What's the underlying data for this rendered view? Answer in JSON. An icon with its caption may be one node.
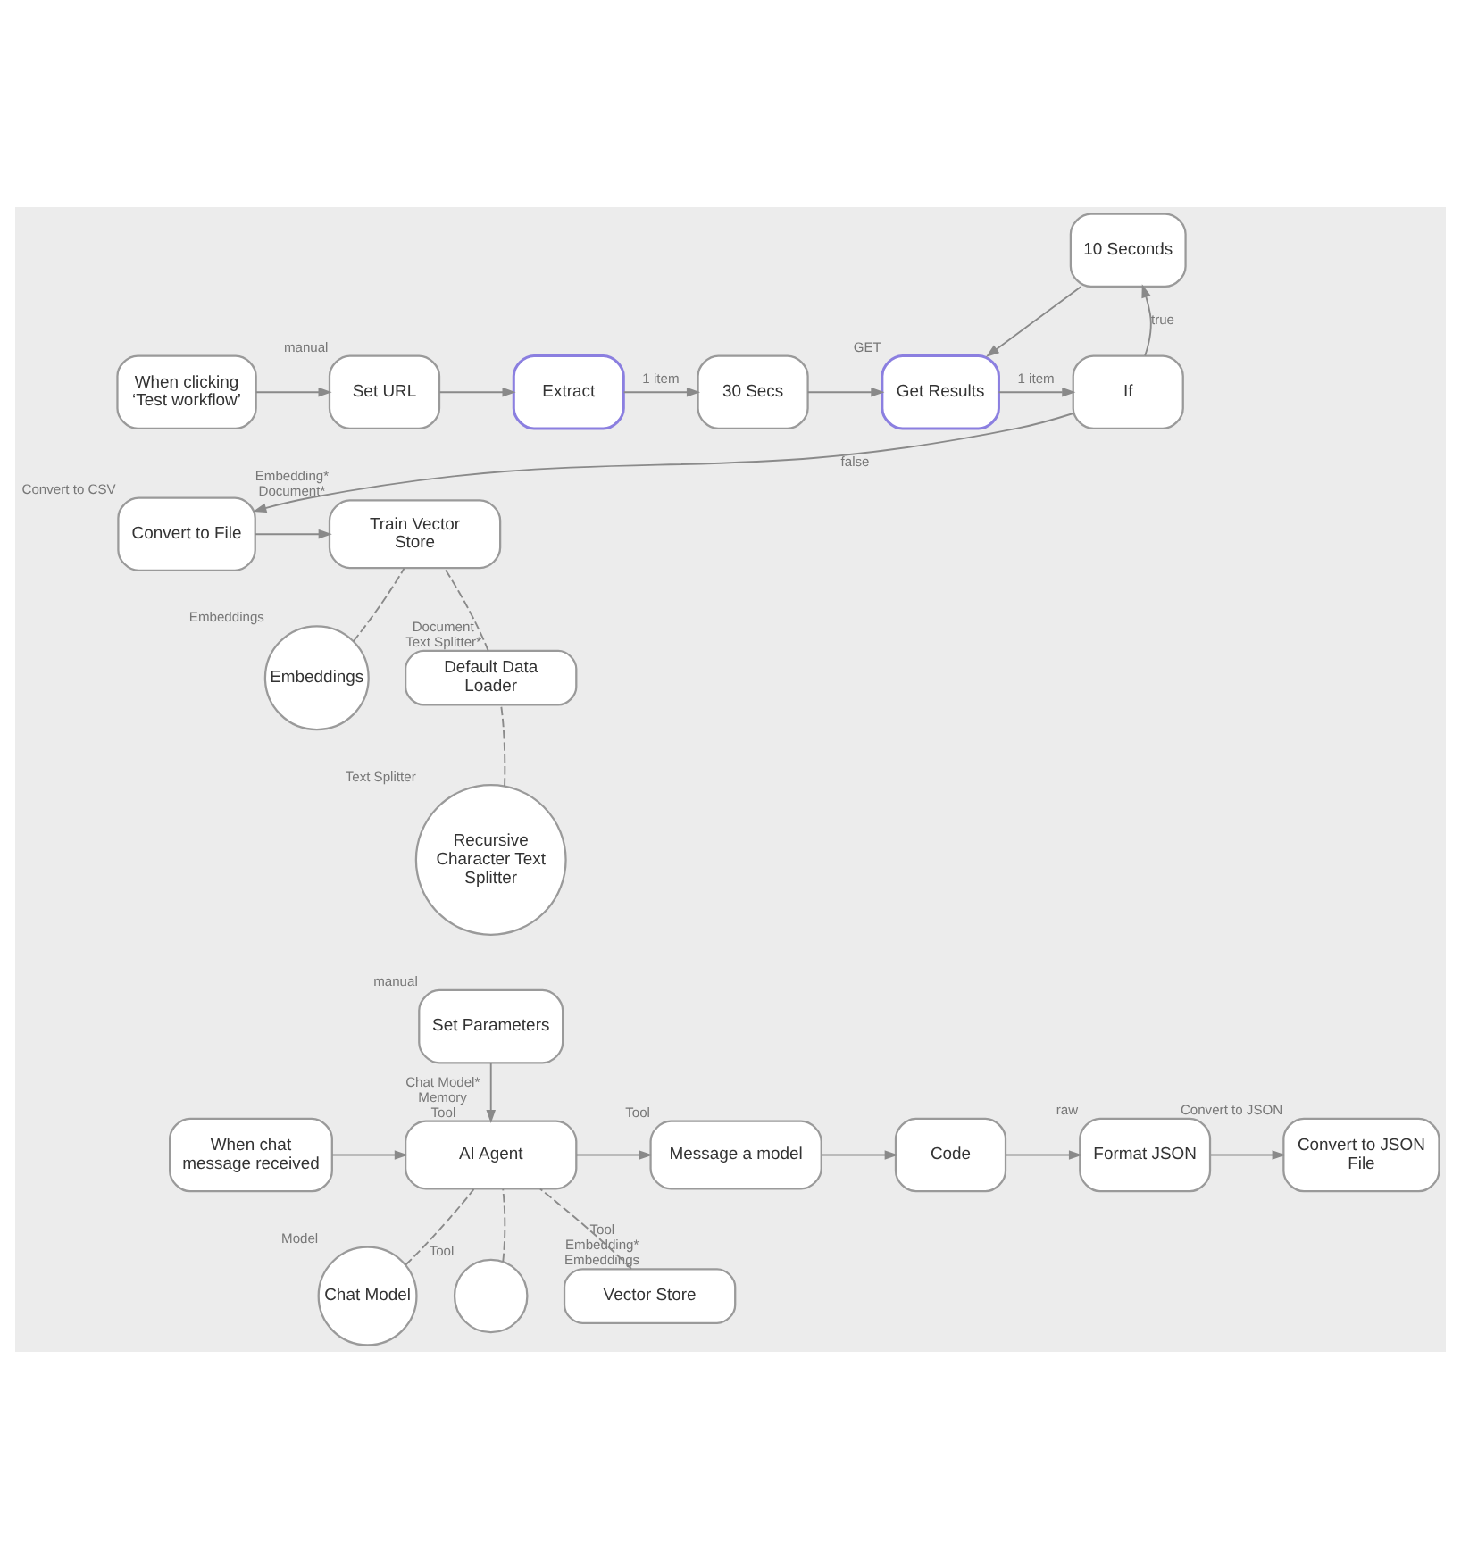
{
  "diagram": {
    "nodes": [
      {
        "text": [
          "When clicking ‘Test workflow’"
        ]
      },
      {
        "text": [
          "Set URL"
        ],
        "beside": [
          "manual"
        ]
      },
      {
        "text": [
          "Extract"
        ]
      },
      {
        "text": [
          "30 Secs"
        ]
      },
      {
        "text": [
          "Get Results"
        ],
        "beside": [
          "GET"
        ]
      },
      {
        "text": [
          "If"
        ]
      },
      {
        "text": [
          "10 Seconds"
        ]
      },
      {
        "text": [
          "Convert to File"
        ],
        "beside": [
          "Convert to CSV"
        ]
      },
      {
        "text": [
          "Train Vector Store"
        ],
        "beside": [
          "Embedding*",
          "Document*"
        ]
      },
      {
        "text": [
          "Embeddings"
        ],
        "beside": [
          "Embeddings"
        ]
      },
      {
        "text": [
          "Default Data Loader"
        ],
        "beside": [
          "Document",
          "Text Splitter*"
        ]
      },
      {
        "text": [
          "Recursive Character Text Splitter"
        ],
        "beside": [
          "Text Splitter"
        ]
      },
      {
        "text": [
          "Set Parameters"
        ],
        "beside": [
          "manual"
        ]
      },
      {
        "text": [
          "When chat message received"
        ]
      },
      {
        "text": [
          "AI Agent"
        ],
        "beside": [
          "Chat Model*",
          "Memory",
          "Tool"
        ]
      },
      {
        "text": [
          "Message a model"
        ],
        "beside": [
          "Tool"
        ]
      },
      {
        "text": [
          "Code"
        ]
      },
      {
        "text": [
          "Format JSON"
        ],
        "beside": [
          "raw"
        ]
      },
      {
        "text": [
          "Convert to JSON File"
        ],
        "beside": [
          "Convert to JSON"
        ]
      },
      {
        "text": [
          "Chat Model"
        ],
        "beside": [
          "Model"
        ]
      },
      {
        "text": [],
        "shape": "circle",
        "beside": [
          "Tool"
        ]
      },
      {
        "text": [
          "Vector Store"
        ],
        "beside": [
          "Tool",
          "Embedding*",
          "Embeddings"
        ]
      }
    ],
    "edges": [
      {
        "from": 0,
        "to": 1,
        "arrow": "to"
      },
      {
        "from": 1,
        "to": 2,
        "arrow": "to"
      },
      {
        "from": 2,
        "to": 3,
        "arrow": "to",
        "label": "1 item"
      },
      {
        "from": 3,
        "to": 4,
        "arrow": "to"
      },
      {
        "from": 4,
        "to": 5,
        "arrow": "to",
        "label": "1 item"
      },
      {
        "from": 5,
        "to": 6,
        "arrow": "to",
        "label": "true"
      },
      {
        "from": 6,
        "to": 4,
        "arrow": "to"
      },
      {
        "from": 5,
        "to": 7,
        "arrow": "to",
        "label": "false"
      },
      {
        "from": 7,
        "to": 8,
        "arrow": "to"
      },
      {
        "from": 9,
        "to": 8,
        "arrow": "none",
        "style": "dashed"
      },
      {
        "from": 10,
        "to": 8,
        "arrow": "none",
        "style": "dashed"
      },
      {
        "from": 11,
        "to": 10,
        "arrow": "none",
        "style": "dashed"
      },
      {
        "from": 12,
        "to": 14,
        "arrow": "to"
      },
      {
        "from": 13,
        "to": 14,
        "arrow": "to"
      },
      {
        "from": 14,
        "to": 15,
        "arrow": "to"
      },
      {
        "from": 15,
        "to": 16,
        "arrow": "to"
      },
      {
        "from": 16,
        "to": 17,
        "arrow": "to"
      },
      {
        "from": 17,
        "to": 18,
        "arrow": "to"
      },
      {
        "from": 19,
        "to": 14,
        "arrow": "none",
        "style": "dashed"
      },
      {
        "from": 20,
        "to": 14,
        "arrow": "none",
        "style": "dashed"
      },
      {
        "from": 21,
        "to": 14,
        "arrow": "none",
        "style": "dashed"
      }
    ]
  }
}
